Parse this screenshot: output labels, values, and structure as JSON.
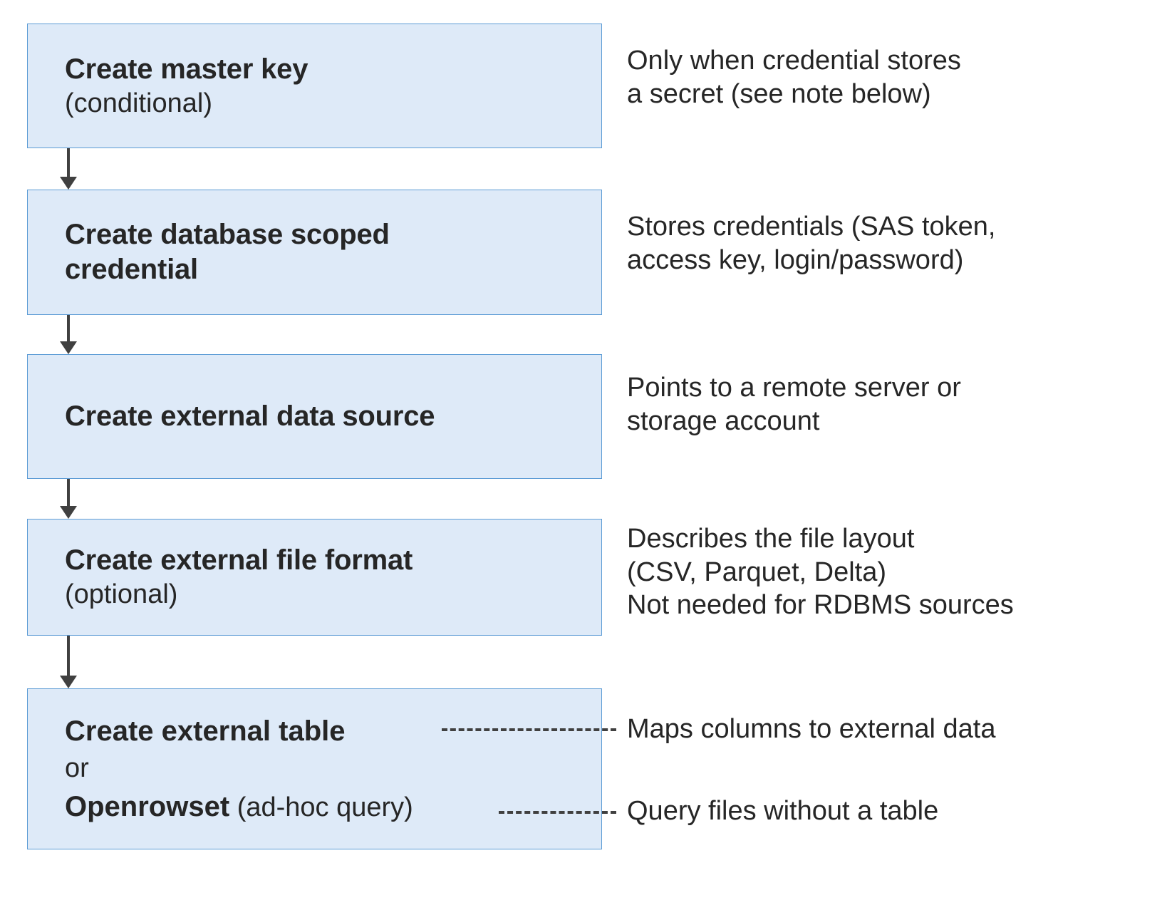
{
  "diagram": {
    "type": "flowchart",
    "orientation": "vertical",
    "colors": {
      "box_fill": "#deeaf8",
      "box_border": "#5b9bd5",
      "arrow": "#404040",
      "text": "#262626",
      "background": "#ffffff"
    },
    "steps": [
      {
        "id": "create-master-key",
        "title": "Create master key",
        "subtitle": "(conditional)",
        "note": "Only when credential stores\na secret (see note below)"
      },
      {
        "id": "create-database-scoped-credential",
        "title": "Create database scoped\ncredential",
        "subtitle": "",
        "note": "Stores credentials (SAS token,\naccess key, login/password)"
      },
      {
        "id": "create-external-data-source",
        "title": "Create external data source",
        "subtitle": "",
        "note": "Points to a remote server or\nstorage account"
      },
      {
        "id": "create-external-file-format",
        "title": "Create external file format",
        "subtitle": "(optional)",
        "note": "Describes the file layout\n(CSV, Parquet, Delta)\nNot needed for RDBMS sources"
      }
    ],
    "final_step": {
      "id": "create-external-table-or-openrowset",
      "row_table": "Create external table",
      "row_or": "or",
      "row_openrowset_bold": "Openrowset",
      "row_openrowset_rest": " (ad-hoc query)",
      "note_table": "Maps columns to external data",
      "note_openrowset": "Query files without a table"
    },
    "connectors": {
      "arrow_count": 4,
      "dashed_count": 2,
      "arrow_style": "solid-line-with-filled-triangle-head",
      "dashed_style": "dashed-line"
    }
  }
}
